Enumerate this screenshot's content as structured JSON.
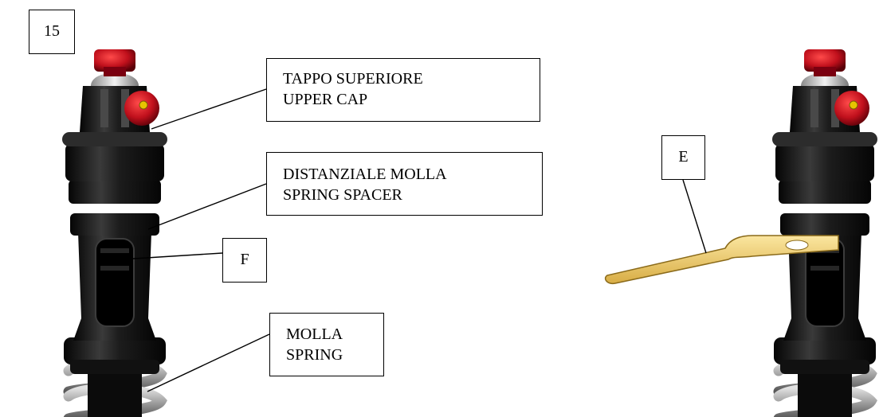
{
  "figure_number": "15",
  "callouts": {
    "upper_cap": {
      "line1": "TAPPO SUPERIORE",
      "line2": "UPPER CAP"
    },
    "spring_spacer": {
      "line1": "DISTANZIALE MOLLA",
      "line2": "SPRING SPACER"
    },
    "spring": {
      "line1": "MOLLA",
      "line2": "SPRING"
    },
    "f": "F",
    "e": "E"
  },
  "colors": {
    "body": "#1c1c1c",
    "knob": "#c0101c",
    "tool": "#f2cf6a",
    "spring": "#9a9a9a",
    "metal": "#d4d4d4"
  }
}
